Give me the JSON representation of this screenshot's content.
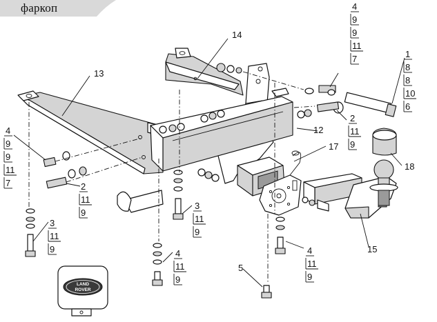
{
  "title": "фаркоп",
  "callouts": [
    {
      "id": "c13",
      "label": "13"
    },
    {
      "id": "c14",
      "label": "14"
    },
    {
      "id": "c12",
      "label": "12"
    },
    {
      "id": "c17",
      "label": "17"
    },
    {
      "id": "c18",
      "label": "18"
    },
    {
      "id": "c15",
      "label": "15"
    },
    {
      "id": "c5",
      "label": "5"
    },
    {
      "id": "stack-top-4",
      "items": [
        "4",
        "9",
        "9",
        "11",
        "7"
      ]
    },
    {
      "id": "stack-top-1",
      "items": [
        "1",
        "8",
        "8",
        "10",
        "6"
      ]
    },
    {
      "id": "stack-right-2",
      "items": [
        "2",
        "11",
        "9"
      ]
    },
    {
      "id": "stack-left-4",
      "items": [
        "4",
        "9",
        "9",
        "11",
        "7"
      ]
    },
    {
      "id": "stack-left-2",
      "items": [
        "2",
        "11",
        "9"
      ]
    },
    {
      "id": "stack-left-3",
      "items": [
        "3",
        "11",
        "9"
      ]
    },
    {
      "id": "stack-mid-3",
      "items": [
        "3",
        "11",
        "9"
      ]
    },
    {
      "id": "stack-mid-4",
      "items": [
        "4",
        "11",
        "9"
      ]
    },
    {
      "id": "stack-right-4",
      "items": [
        "4",
        "11",
        "9"
      ]
    }
  ],
  "badge_text": "LAND ROVER"
}
